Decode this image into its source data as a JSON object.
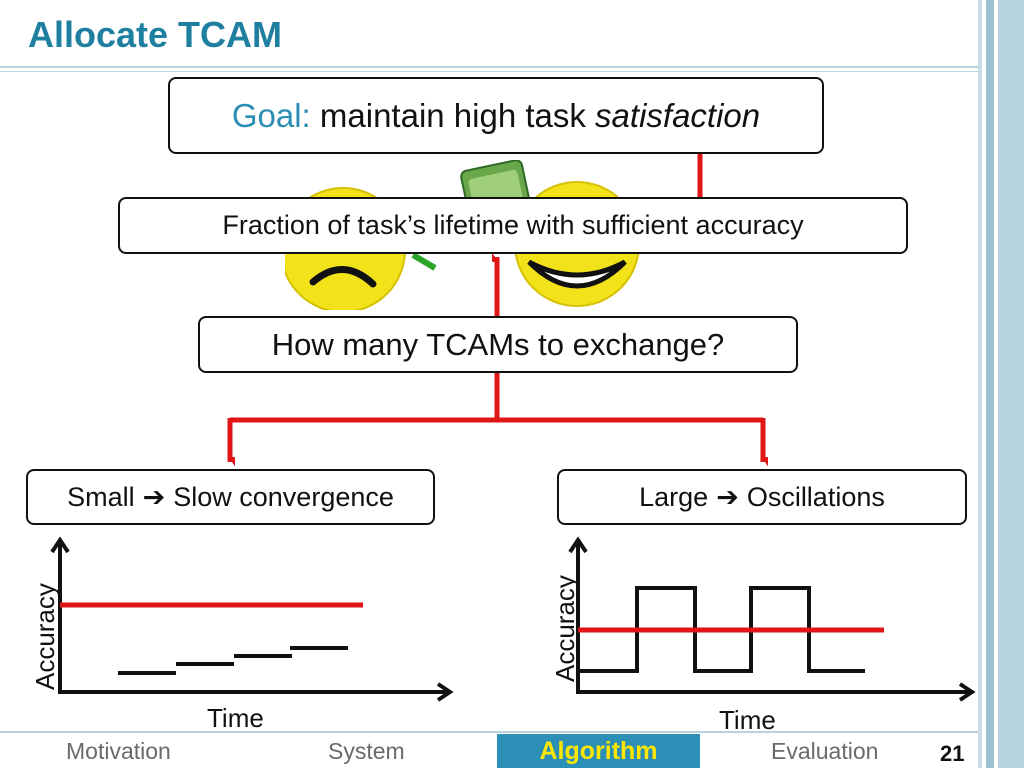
{
  "title": "Allocate TCAM",
  "goal_box": {
    "prefix": "Goal:",
    "text": "maintain high task",
    "italic": "satisfaction"
  },
  "fraction_box": "Fraction of task’s lifetime with sufficient accuracy",
  "question_box": "How many TCAMs to exchange?",
  "small_box": {
    "left": "Small",
    "right": "Slow convergence"
  },
  "large_box": {
    "left": "Large",
    "right": "Oscillations"
  },
  "left_plot": {
    "xlabel": "Time",
    "ylabel": "Accuracy"
  },
  "right_plot": {
    "xlabel": "Time",
    "ylabel": "Accuracy"
  },
  "nav": {
    "items": [
      "Motivation",
      "System",
      "Algorithm",
      "Evaluation"
    ],
    "active": "Algorithm"
  },
  "page_number": "21",
  "colors": {
    "accent": "#1f7fa0",
    "arrow": "#e01515",
    "nav_active_bg": "#2c8fb5",
    "nav_active_text": "#ffe600"
  },
  "icons": [
    "sad-face-icon",
    "happy-face-icon",
    "money-icon"
  ]
}
